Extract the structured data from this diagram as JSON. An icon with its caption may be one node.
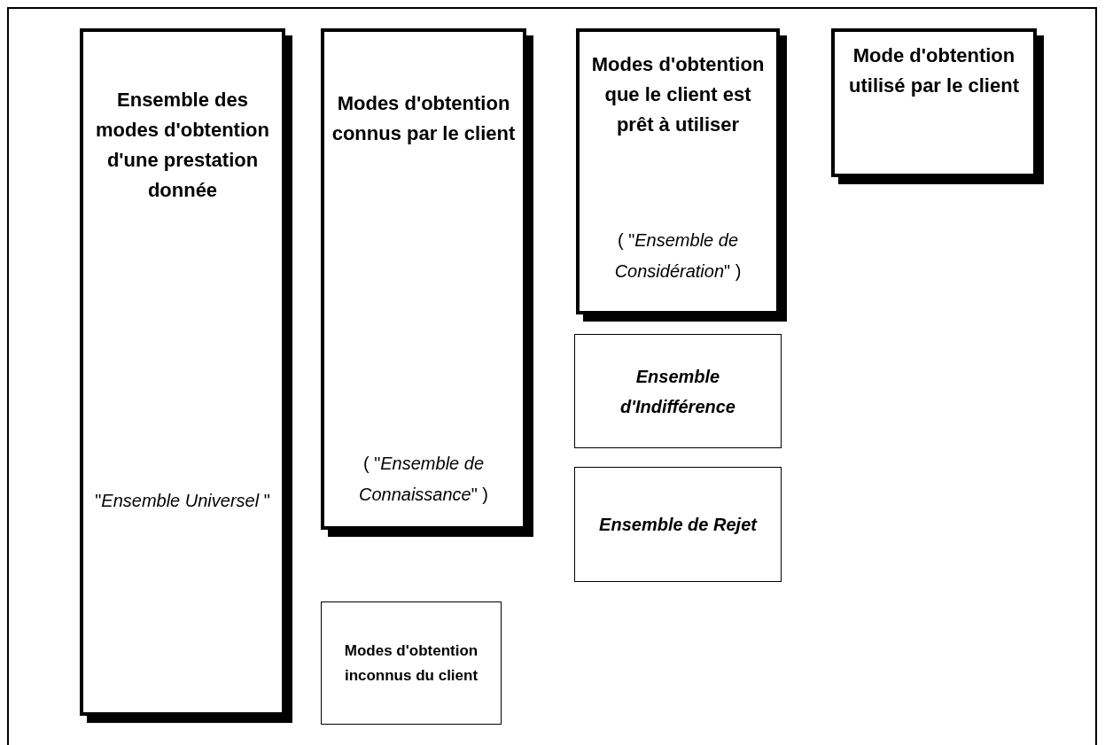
{
  "diagram": {
    "nodes": [
      {
        "text": [
          "Ensemble des modes d'obtention d'une prestation donnée",
          "\"*Ensemble Universel* \""
        ]
      },
      {
        "text": [
          "Modes d'obtention connus par le client",
          "( \"*Ensemble de Connaissance*\" )"
        ]
      },
      {
        "text": [
          "Modes d'obtention inconnus du client"
        ]
      },
      {
        "text": [
          "Modes d'obtention que le client est prêt à utiliser",
          "( \"*Ensemble de Considération*\" )"
        ]
      },
      {
        "text": [
          "Ensemble d'Indifférence"
        ]
      },
      {
        "text": [
          "Ensemble de Rejet"
        ]
      },
      {
        "text": [
          "Mode d'obtention utilisé par le client"
        ]
      }
    ]
  }
}
